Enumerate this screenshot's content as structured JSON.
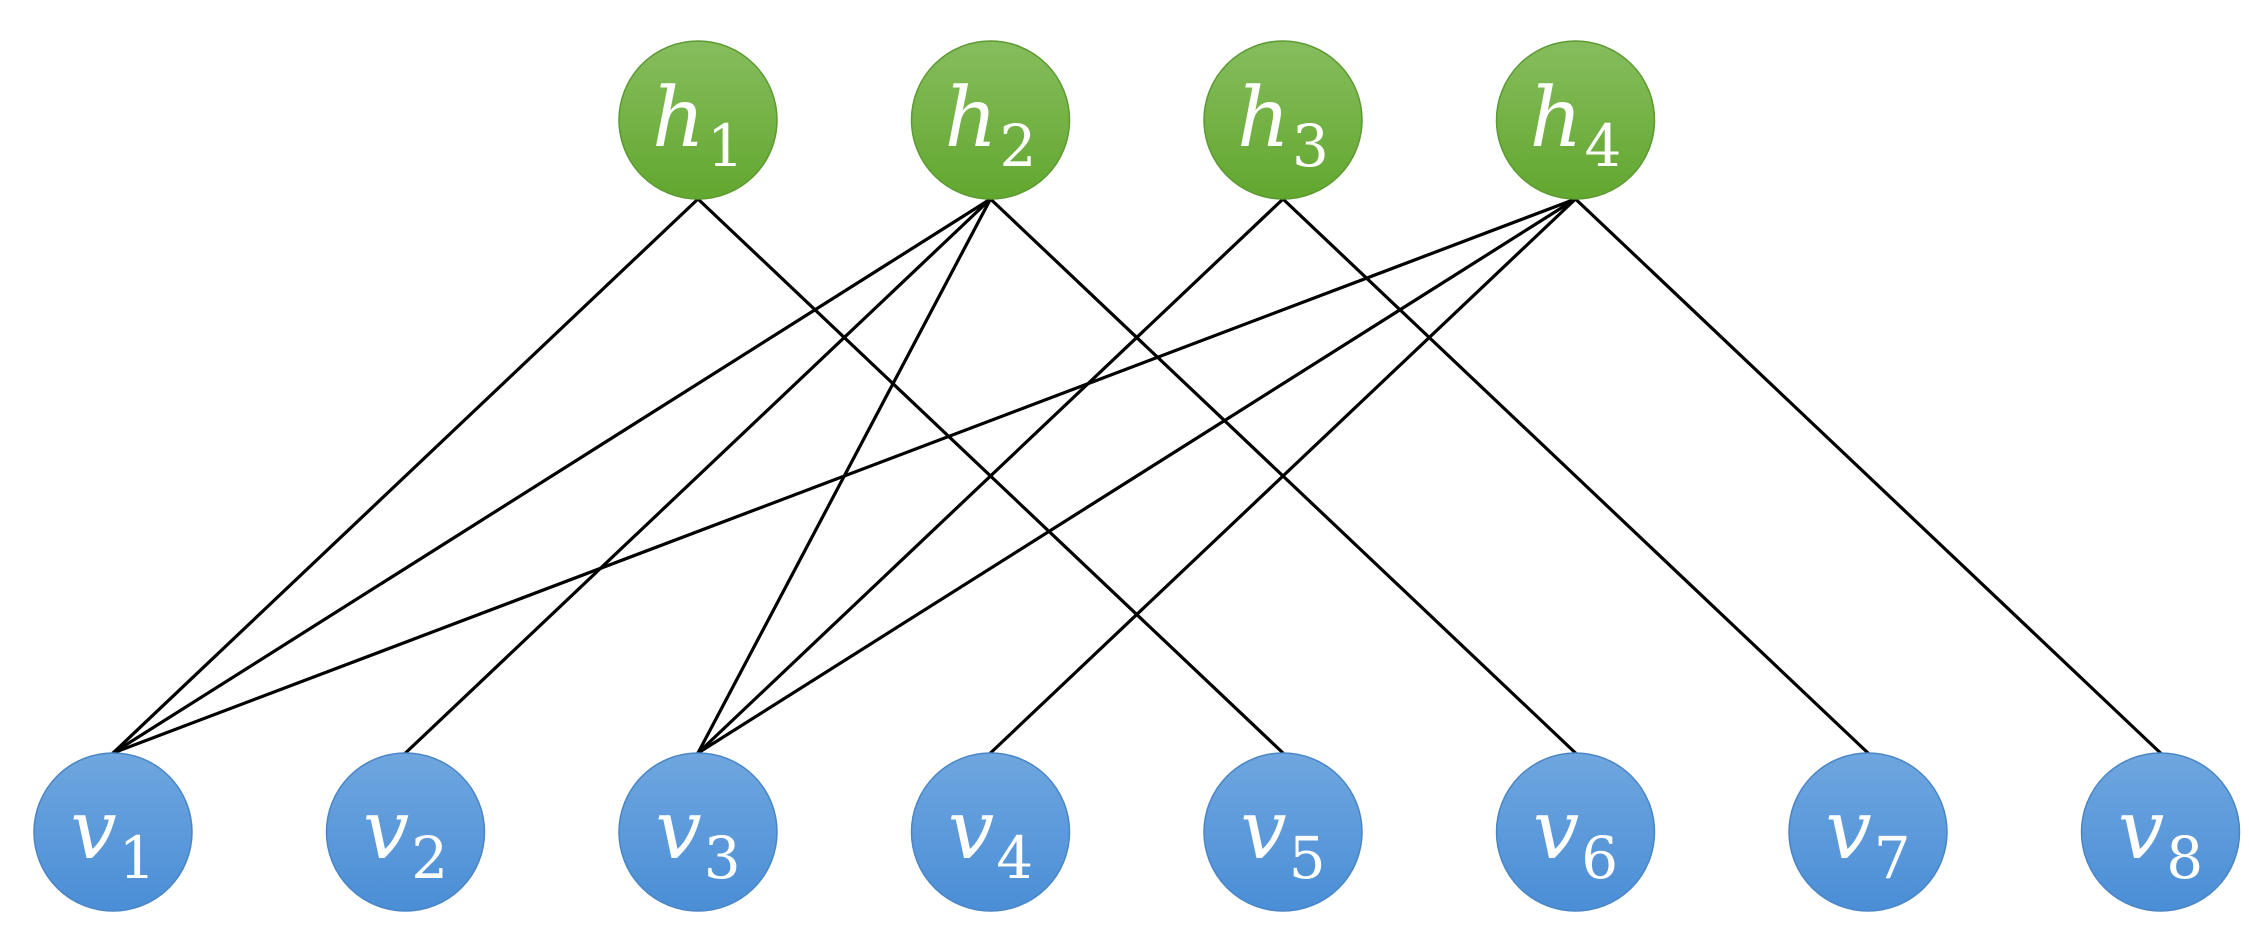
{
  "colors": {
    "hidden_top": "#86bd5d",
    "hidden_bottom": "#62a72f",
    "hidden_stroke": "#5c9a32",
    "visible_top": "#6fa6df",
    "visible_bottom": "#4a8ed6",
    "visible_stroke": "#4a86c6",
    "edge": "#000000"
  },
  "hidden_nodes": [
    {
      "id": "h1",
      "letter": "h",
      "sub": "1"
    },
    {
      "id": "h2",
      "letter": "h",
      "sub": "2"
    },
    {
      "id": "h3",
      "letter": "h",
      "sub": "3"
    },
    {
      "id": "h4",
      "letter": "h",
      "sub": "4"
    }
  ],
  "visible_nodes": [
    {
      "id": "v1",
      "letter": "v",
      "sub": "1"
    },
    {
      "id": "v2",
      "letter": "v",
      "sub": "2"
    },
    {
      "id": "v3",
      "letter": "v",
      "sub": "3"
    },
    {
      "id": "v4",
      "letter": "v",
      "sub": "4"
    },
    {
      "id": "v5",
      "letter": "v",
      "sub": "5"
    },
    {
      "id": "v6",
      "letter": "v",
      "sub": "6"
    },
    {
      "id": "v7",
      "letter": "v",
      "sub": "7"
    },
    {
      "id": "v8",
      "letter": "v",
      "sub": "8"
    }
  ],
  "edges": [
    [
      "h1",
      "v1"
    ],
    [
      "h1",
      "v5"
    ],
    [
      "h2",
      "v1"
    ],
    [
      "h2",
      "v2"
    ],
    [
      "h2",
      "v3"
    ],
    [
      "h2",
      "v6"
    ],
    [
      "h3",
      "v3"
    ],
    [
      "h3",
      "v7"
    ],
    [
      "h4",
      "v1"
    ],
    [
      "h4",
      "v3"
    ],
    [
      "h4",
      "v4"
    ],
    [
      "h4",
      "v8"
    ]
  ]
}
